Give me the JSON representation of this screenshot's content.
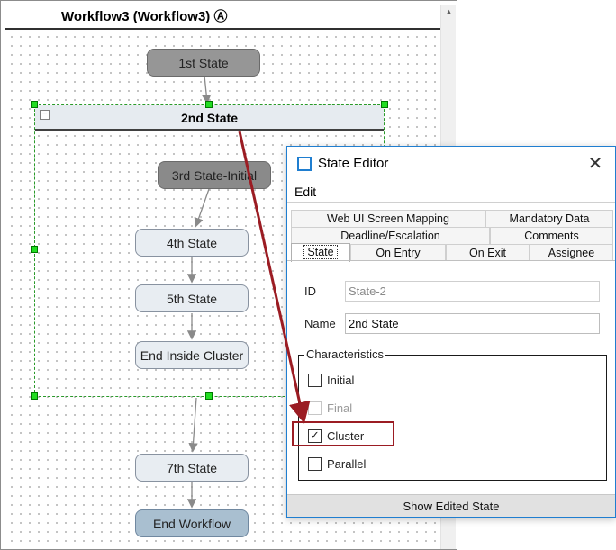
{
  "designer": {
    "title": "Workflow3 (Workflow3) Ⓐ",
    "scroll_up_glyph": "▲",
    "collapse_glyph": "−",
    "nodes": {
      "s1": "1st State",
      "s3": "3rd State-Initial",
      "s4": "4th State",
      "s5": "5th State",
      "end_inside": "End Inside Cluster",
      "s7": "7th State",
      "end_workflow": "End Workflow"
    },
    "cluster_title": "2nd State"
  },
  "dialog": {
    "title": "State Editor",
    "close_glyph": "✕",
    "menu": {
      "edit": "Edit"
    },
    "tabs": {
      "web_ui": "Web UI Screen Mapping",
      "mandatory": "Mandatory Data",
      "deadline": "Deadline/Escalation",
      "comments": "Comments",
      "state": "State",
      "on_entry": "On Entry",
      "on_exit": "On Exit",
      "assignee": "Assignee"
    },
    "id_label": "ID",
    "id_value": "State-2",
    "name_label": "Name",
    "name_value": "2nd State",
    "characteristics": {
      "title": "Characteristics",
      "initial": "Initial",
      "final": "Final",
      "cluster": "Cluster",
      "parallel": "Parallel",
      "check_glyph": "✓"
    },
    "show_button": "Show Edited State"
  },
  "colors": {
    "accent": "#1f7ed0",
    "annotation": "#9b1c23",
    "selection": "#22dd22"
  }
}
